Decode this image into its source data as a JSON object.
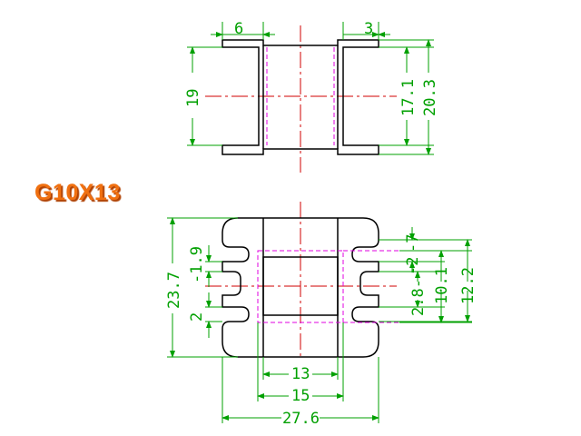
{
  "part_name": "G10X13",
  "colors": {
    "outline": "#000000",
    "dimension": "#00a000",
    "centerline": "#d00000",
    "hidden_line": "#e000e0",
    "title": "#f07010"
  },
  "top_view": {
    "dimensions": {
      "flange_left_width": "6",
      "flange_right_width": "3",
      "overall_height": "19",
      "inner_height": "17.1",
      "outer_height": "20.3"
    }
  },
  "front_view": {
    "dimensions": {
      "overall_height": "23.7",
      "slot_left_top": "1.9",
      "slot_left_bottom": "2",
      "right_top_7": "7",
      "right_top_2": "2",
      "right_2_8": "2.8",
      "right_10_1": "10.1",
      "right_12_2": "12.2",
      "core_width": "13",
      "middle_width": "15",
      "overall_width": "27.6"
    }
  }
}
